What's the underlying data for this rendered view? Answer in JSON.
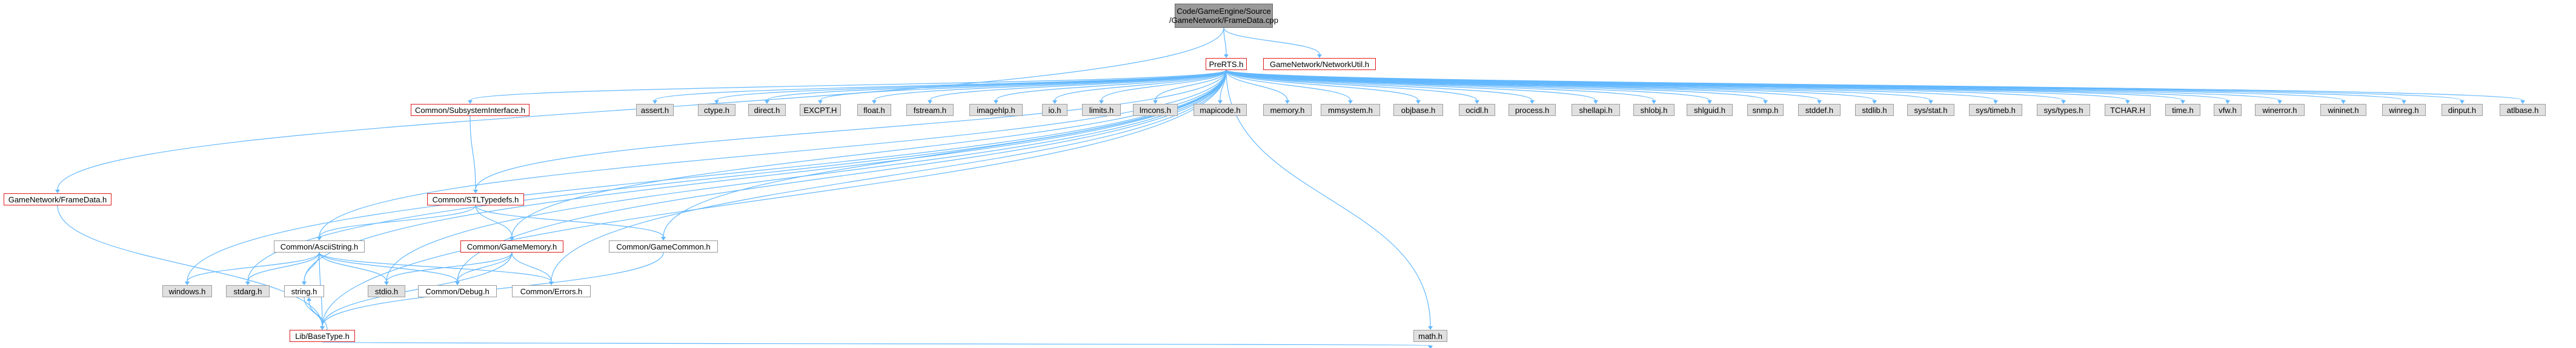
{
  "graph": {
    "nodes": [
      {
        "id": "root",
        "label": "Code/GameEngine/Source\n/GameNetwork/FrameData.cpp",
        "style": "root"
      },
      {
        "id": "prerts",
        "label": "PreRTS.h",
        "style": "red"
      },
      {
        "id": "netutil",
        "label": "GameNetwork/NetworkUtil.h",
        "style": "red"
      },
      {
        "id": "framedata",
        "label": "GameNetwork/FrameData.h",
        "style": "red"
      },
      {
        "id": "subsys",
        "label": "Common/SubsystemInterface.h",
        "style": "red"
      },
      {
        "id": "stltypedefs",
        "label": "Common/STLTypedefs.h",
        "style": "red"
      },
      {
        "id": "asciistring",
        "label": "Common/AsciiString.h",
        "style": "white"
      },
      {
        "id": "gamememory",
        "label": "Common/GameMemory.h",
        "style": "red"
      },
      {
        "id": "gamecommon",
        "label": "Common/GameCommon.h",
        "style": "white"
      },
      {
        "id": "windows",
        "label": "windows.h",
        "style": "grey"
      },
      {
        "id": "stdarg",
        "label": "stdarg.h",
        "style": "grey"
      },
      {
        "id": "string",
        "label": "string.h",
        "style": "white"
      },
      {
        "id": "stdio",
        "label": "stdio.h",
        "style": "grey"
      },
      {
        "id": "debug",
        "label": "Common/Debug.h",
        "style": "white"
      },
      {
        "id": "errors",
        "label": "Common/Errors.h",
        "style": "white"
      },
      {
        "id": "basetype",
        "label": "Lib/BaseType.h",
        "style": "red"
      },
      {
        "id": "math",
        "label": "math.h",
        "style": "grey"
      },
      {
        "id": "assert",
        "label": "assert.h",
        "style": "grey"
      },
      {
        "id": "ctype",
        "label": "ctype.h",
        "style": "grey"
      },
      {
        "id": "direct",
        "label": "direct.h",
        "style": "grey"
      },
      {
        "id": "excpt",
        "label": "EXCPT.H",
        "style": "grey"
      },
      {
        "id": "float",
        "label": "float.h",
        "style": "grey"
      },
      {
        "id": "fstream",
        "label": "fstream.h",
        "style": "grey"
      },
      {
        "id": "imagehlp",
        "label": "imagehlp.h",
        "style": "grey"
      },
      {
        "id": "io",
        "label": "io.h",
        "style": "grey"
      },
      {
        "id": "limits",
        "label": "limits.h",
        "style": "grey"
      },
      {
        "id": "lmcons",
        "label": "lmcons.h",
        "style": "grey"
      },
      {
        "id": "mapicode",
        "label": "mapicode.h",
        "style": "grey"
      },
      {
        "id": "memory",
        "label": "memory.h",
        "style": "grey"
      },
      {
        "id": "mmsystem",
        "label": "mmsystem.h",
        "style": "grey"
      },
      {
        "id": "objbase",
        "label": "objbase.h",
        "style": "grey"
      },
      {
        "id": "ocidl",
        "label": "ocidl.h",
        "style": "grey"
      },
      {
        "id": "process",
        "label": "process.h",
        "style": "grey"
      },
      {
        "id": "shellapi",
        "label": "shellapi.h",
        "style": "grey"
      },
      {
        "id": "shlobj",
        "label": "shlobj.h",
        "style": "grey"
      },
      {
        "id": "shlguid",
        "label": "shlguid.h",
        "style": "grey"
      },
      {
        "id": "snmp",
        "label": "snmp.h",
        "style": "grey"
      },
      {
        "id": "stddef",
        "label": "stddef.h",
        "style": "grey"
      },
      {
        "id": "stdlib",
        "label": "stdlib.h",
        "style": "grey"
      },
      {
        "id": "sysstat",
        "label": "sys/stat.h",
        "style": "grey"
      },
      {
        "id": "systimeb",
        "label": "sys/timeb.h",
        "style": "grey"
      },
      {
        "id": "systypes",
        "label": "sys/types.h",
        "style": "grey"
      },
      {
        "id": "tchar",
        "label": "TCHAR.H",
        "style": "grey"
      },
      {
        "id": "time",
        "label": "time.h",
        "style": "grey"
      },
      {
        "id": "vfw",
        "label": "vfw.h",
        "style": "grey"
      },
      {
        "id": "winerror",
        "label": "winerror.h",
        "style": "grey"
      },
      {
        "id": "wininet",
        "label": "wininet.h",
        "style": "grey"
      },
      {
        "id": "winreg",
        "label": "winreg.h",
        "style": "grey"
      },
      {
        "id": "dinput",
        "label": "dinput.h",
        "style": "grey"
      },
      {
        "id": "atlbase",
        "label": "atlbase.h",
        "style": "grey"
      }
    ],
    "edges": [
      [
        "root",
        "prerts"
      ],
      [
        "root",
        "netutil"
      ],
      [
        "root",
        "framedata"
      ],
      [
        "framedata",
        "basetype"
      ],
      [
        "prerts",
        "subsys"
      ],
      [
        "prerts",
        "stltypedefs"
      ],
      [
        "prerts",
        "asciistring"
      ],
      [
        "prerts",
        "gamememory"
      ],
      [
        "prerts",
        "gamecommon"
      ],
      [
        "prerts",
        "windows"
      ],
      [
        "prerts",
        "stdarg"
      ],
      [
        "prerts",
        "string"
      ],
      [
        "prerts",
        "stdio"
      ],
      [
        "prerts",
        "debug"
      ],
      [
        "prerts",
        "errors"
      ],
      [
        "prerts",
        "basetype"
      ],
      [
        "prerts",
        "math"
      ],
      [
        "prerts",
        "assert"
      ],
      [
        "prerts",
        "ctype"
      ],
      [
        "prerts",
        "direct"
      ],
      [
        "prerts",
        "excpt"
      ],
      [
        "prerts",
        "float"
      ],
      [
        "prerts",
        "fstream"
      ],
      [
        "prerts",
        "imagehlp"
      ],
      [
        "prerts",
        "io"
      ],
      [
        "prerts",
        "limits"
      ],
      [
        "prerts",
        "lmcons"
      ],
      [
        "prerts",
        "mapicode"
      ],
      [
        "prerts",
        "memory"
      ],
      [
        "prerts",
        "mmsystem"
      ],
      [
        "prerts",
        "objbase"
      ],
      [
        "prerts",
        "ocidl"
      ],
      [
        "prerts",
        "process"
      ],
      [
        "prerts",
        "shellapi"
      ],
      [
        "prerts",
        "shlobj"
      ],
      [
        "prerts",
        "shlguid"
      ],
      [
        "prerts",
        "snmp"
      ],
      [
        "prerts",
        "stddef"
      ],
      [
        "prerts",
        "stdlib"
      ],
      [
        "prerts",
        "sysstat"
      ],
      [
        "prerts",
        "systimeb"
      ],
      [
        "prerts",
        "systypes"
      ],
      [
        "prerts",
        "tchar"
      ],
      [
        "prerts",
        "time"
      ],
      [
        "prerts",
        "vfw"
      ],
      [
        "prerts",
        "winerror"
      ],
      [
        "prerts",
        "wininet"
      ],
      [
        "prerts",
        "winreg"
      ],
      [
        "prerts",
        "dinput"
      ],
      [
        "prerts",
        "atlbase"
      ],
      [
        "subsys",
        "stltypedefs"
      ],
      [
        "stltypedefs",
        "asciistring"
      ],
      [
        "stltypedefs",
        "gamememory"
      ],
      [
        "stltypedefs",
        "gamecommon"
      ],
      [
        "asciistring",
        "windows"
      ],
      [
        "asciistring",
        "stdarg"
      ],
      [
        "asciistring",
        "string"
      ],
      [
        "asciistring",
        "stdio"
      ],
      [
        "asciistring",
        "debug"
      ],
      [
        "asciistring",
        "errors"
      ],
      [
        "asciistring",
        "basetype"
      ],
      [
        "gamememory",
        "stdio"
      ],
      [
        "gamememory",
        "debug"
      ],
      [
        "gamememory",
        "errors"
      ],
      [
        "gamememory",
        "basetype"
      ],
      [
        "gamecommon",
        "basetype"
      ],
      [
        "string",
        "basetype"
      ],
      [
        "basetype",
        "string"
      ],
      [
        "basetype",
        "math"
      ]
    ]
  }
}
